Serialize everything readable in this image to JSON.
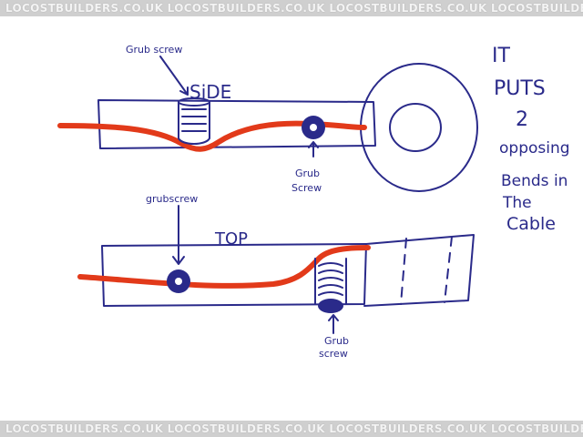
{
  "watermark": {
    "text": "LOCOSTBUILDERS.CO.UK LOCOSTBUILDERS.CO.UK LOCOSTBUILDERS.CO.UK LOCOSTBUILDERS.CO.UK LOCOSTBUILDERS.CO.UK"
  },
  "side_view": {
    "title": "SiDE",
    "grub_screw_top_label": "Grub screw",
    "grub_screw_bottom_label_line1": "Grub",
    "grub_screw_bottom_label_line2": "Screw"
  },
  "top_view": {
    "title": "TOP",
    "grub_screw_left_label": "grubscrew",
    "grub_screw_bottom_label_line1": "Grub",
    "grub_screw_bottom_label_line2": "screw"
  },
  "note": {
    "lines": [
      "IT",
      "PUTS",
      "2",
      "opposing",
      "Bends in",
      "The",
      "Cable"
    ]
  },
  "colors": {
    "ink": "#2a2a8a",
    "cable": "#e23a1a",
    "watermark_band": "#cfcfcf"
  }
}
